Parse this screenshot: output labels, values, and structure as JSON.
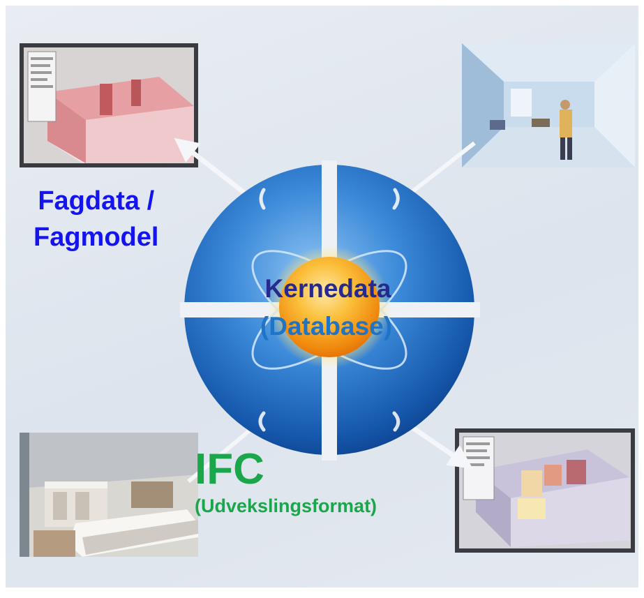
{
  "labels": {
    "fagdata_line1": "Fagdata /",
    "fagdata_line2": "Fagmodel",
    "core_title": "Kernedata",
    "core_subtitle": "(Database)",
    "ifc_title": "IFC",
    "ifc_subtitle": "(Udvekslingsformat)"
  },
  "colors": {
    "fagdata": "#1414ee",
    "core_title": "#262a8c",
    "core_subtitle": "#1f74c6",
    "ifc": "#1aa64a",
    "disc_blue": "#1c6bc0",
    "core_orange": "#f59a12"
  },
  "images": {
    "top_left": "building-model-thumbnail",
    "top_right": "interior-rendering-thumbnail",
    "bottom_left": "kitchen-interior-thumbnail",
    "bottom_right": "floorplan-model-thumbnail"
  }
}
